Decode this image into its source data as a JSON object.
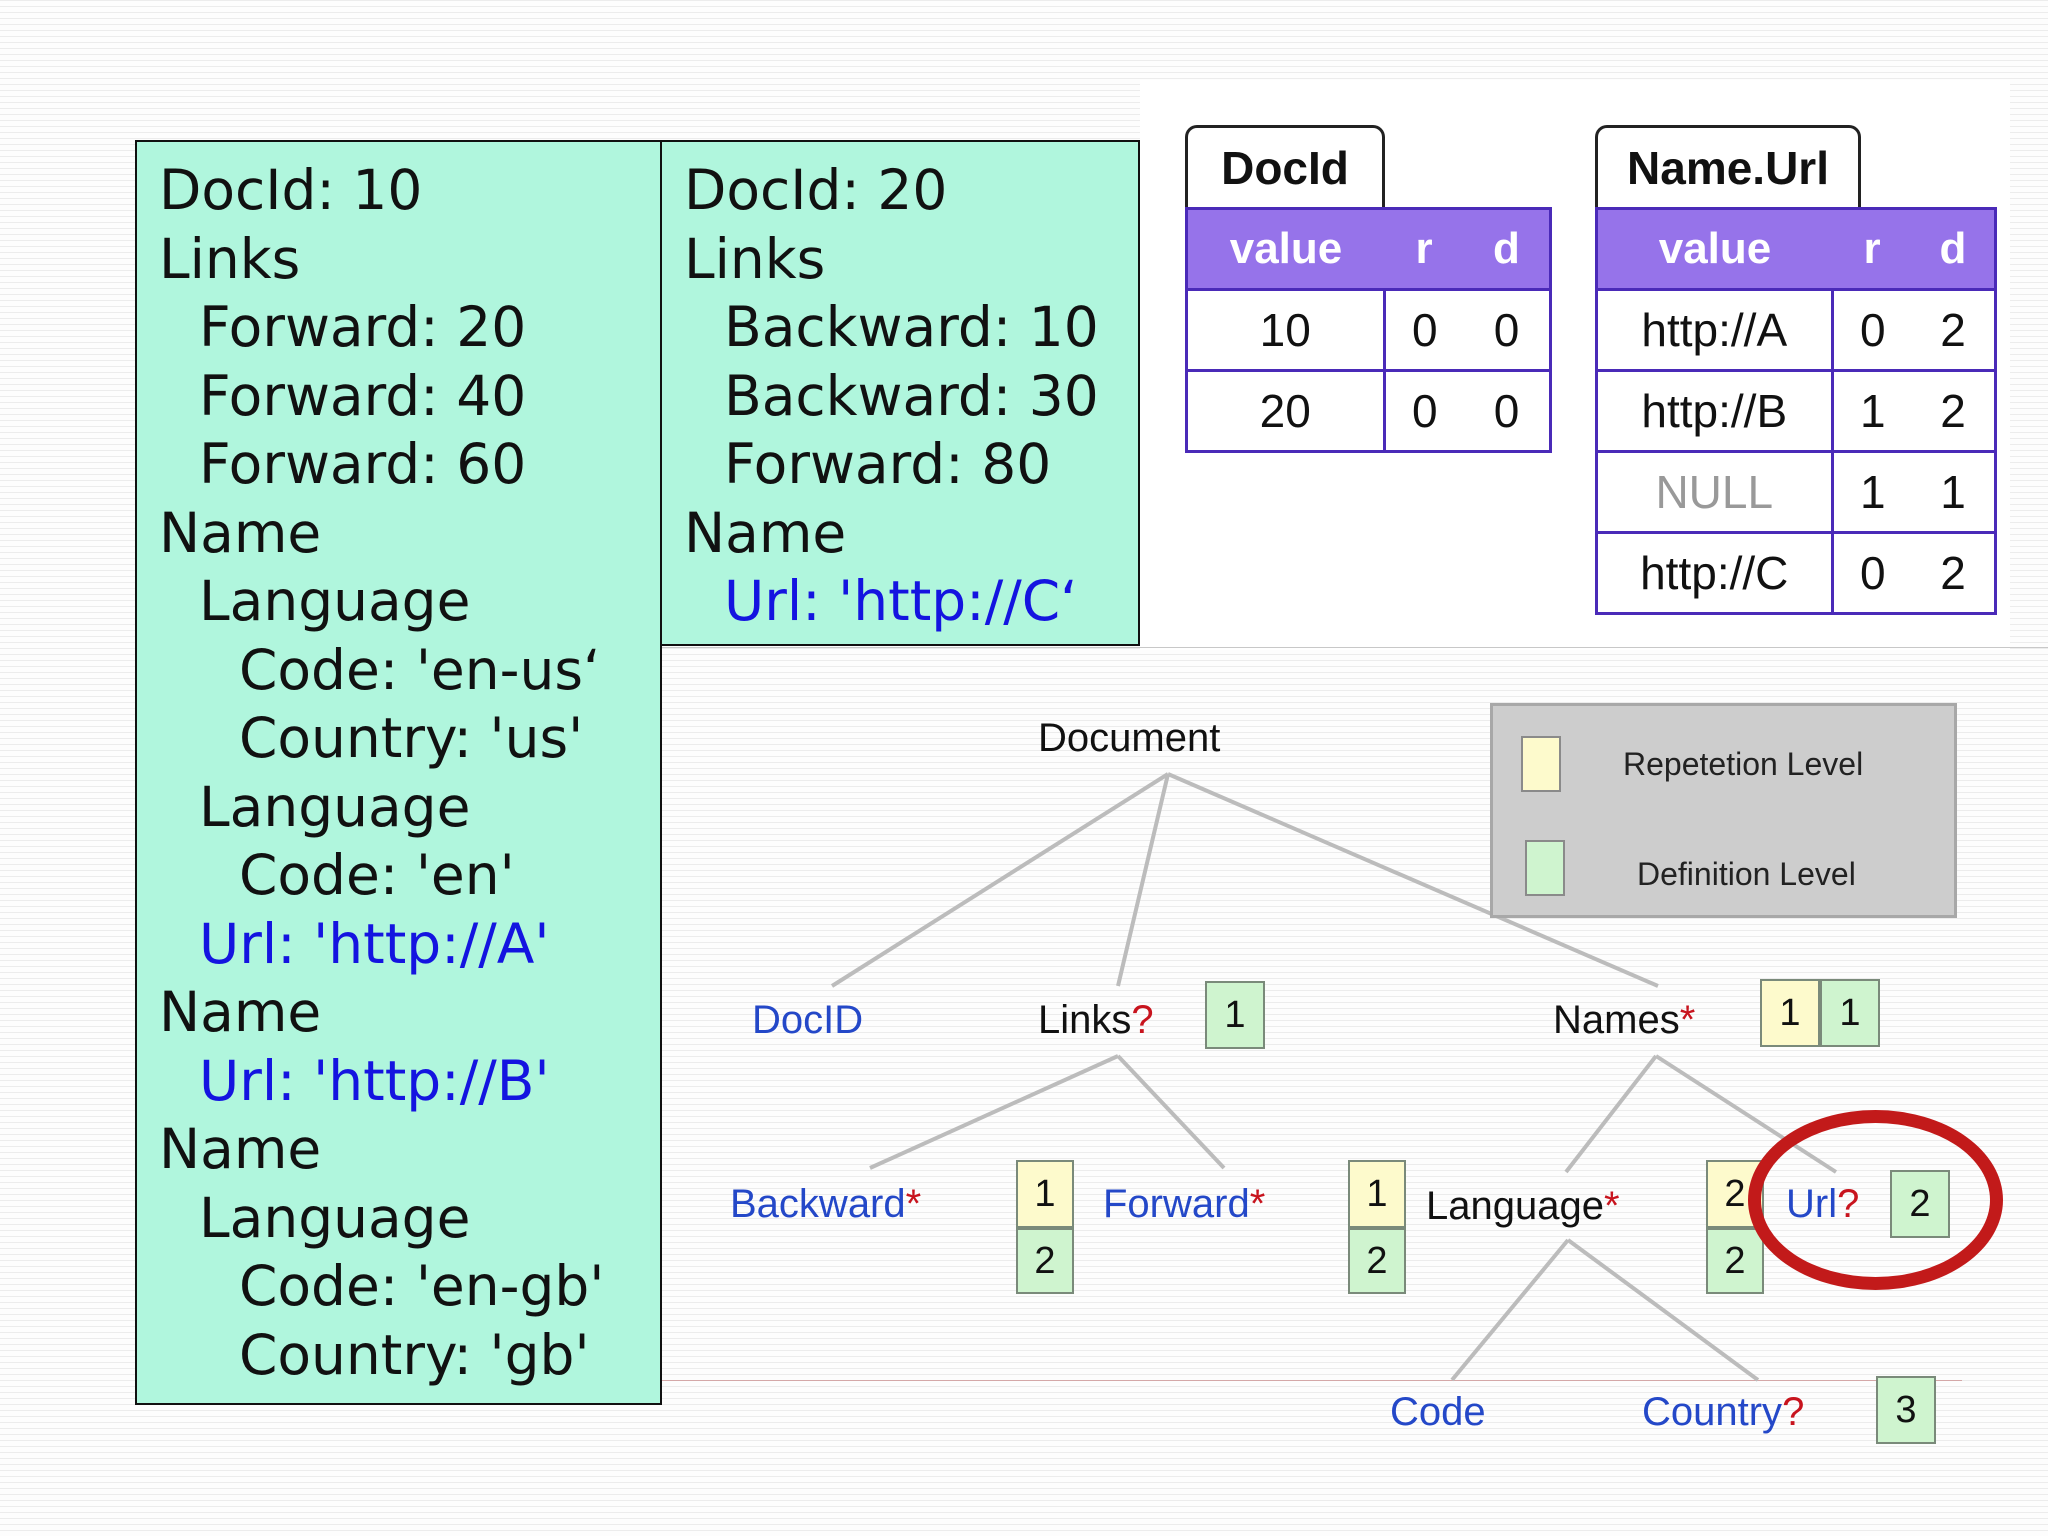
{
  "record_1": {
    "lines": [
      {
        "text": "DocId: 10",
        "indent": 0
      },
      {
        "text": "Links",
        "indent": 0
      },
      {
        "text": "Forward: 20",
        "indent": 1
      },
      {
        "text": "Forward: 40",
        "indent": 1
      },
      {
        "text": "Forward: 60",
        "indent": 1
      },
      {
        "text": "Name",
        "indent": 0
      },
      {
        "text": "Language",
        "indent": 1
      },
      {
        "text": "Code: 'en-us‘",
        "indent": 2
      },
      {
        "text": "Country: 'us'",
        "indent": 2
      },
      {
        "text": "Language",
        "indent": 1
      },
      {
        "text": "Code: 'en'",
        "indent": 2
      },
      {
        "text": "Url: 'http://A'",
        "indent": 1,
        "highlight": true
      },
      {
        "text": "Name",
        "indent": 0
      },
      {
        "text": "Url: 'http://B'",
        "indent": 1,
        "highlight": true
      },
      {
        "text": "Name",
        "indent": 0
      },
      {
        "text": "Language",
        "indent": 1
      },
      {
        "text": "Code: 'en-gb'",
        "indent": 2
      },
      {
        "text": "Country: 'gb'",
        "indent": 2
      }
    ]
  },
  "record_2": {
    "lines": [
      {
        "text": "DocId: 20",
        "indent": 0
      },
      {
        "text": "Links",
        "indent": 0
      },
      {
        "text": "Backward: 10",
        "indent": 1
      },
      {
        "text": "Backward: 30",
        "indent": 1
      },
      {
        "text": "Forward: 80",
        "indent": 1
      },
      {
        "text": "Name",
        "indent": 0
      },
      {
        "text": "Url: 'http://C‘",
        "indent": 1,
        "highlight": true
      }
    ]
  },
  "column_tables": [
    {
      "title": "DocId",
      "headers": [
        "value",
        "r",
        "d"
      ],
      "rows": [
        [
          "10",
          "0",
          "0"
        ],
        [
          "20",
          "0",
          "0"
        ]
      ]
    },
    {
      "title": "Name.Url",
      "headers": [
        "value",
        "r",
        "d"
      ],
      "rows": [
        [
          "http://A",
          "0",
          "2"
        ],
        [
          "http://B",
          "1",
          "2"
        ],
        [
          "NULL",
          "1",
          "1"
        ],
        [
          "http://C",
          "0",
          "2"
        ]
      ]
    }
  ],
  "schema_tree": {
    "nodes": {
      "document": {
        "label": "Document",
        "marker": ""
      },
      "docid": {
        "label": "DocID",
        "marker": ""
      },
      "links": {
        "label": "Links",
        "marker": "?"
      },
      "names": {
        "label": "Names",
        "marker": "*"
      },
      "backward": {
        "label": "Backward",
        "marker": "*"
      },
      "forward": {
        "label": "Forward",
        "marker": "*"
      },
      "language": {
        "label": "Language",
        "marker": "*"
      },
      "url": {
        "label": "Url",
        "marker": "?"
      },
      "code": {
        "label": "Code",
        "marker": ""
      },
      "country": {
        "label": "Country",
        "marker": "?"
      }
    },
    "levels": {
      "links_def": "1",
      "names_rep": "1",
      "names_def": "1",
      "backward_rep": "1",
      "backward_def": "2",
      "forward_rep": "1",
      "forward_def": "2",
      "language_rep": "2",
      "language_def": "2",
      "url_def": "2",
      "country_def": "3"
    }
  },
  "legend": {
    "repetition_label": "Repetetion Level",
    "definition_label": "Definition Level"
  },
  "colors": {
    "record_bg": "#b0f6dd",
    "highlight_text": "#1414e0",
    "table_header": "#9673ea",
    "table_border": "#4a2ab8",
    "leaf_text": "#2448c8",
    "marker": "#c8141e",
    "rep_box": "#fdfacc",
    "def_box": "#cff4cf",
    "annotation_circle": "#c21a1a"
  }
}
